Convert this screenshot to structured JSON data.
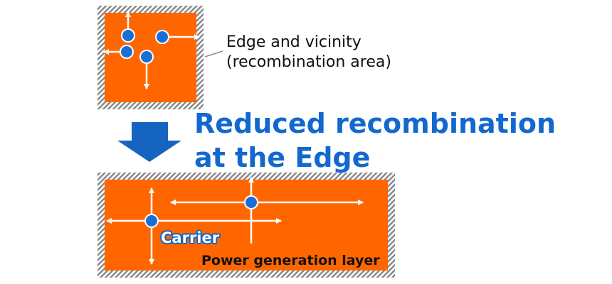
{
  "callout": {
    "line1": "Edge and vicinity",
    "line2": "(recombination area)"
  },
  "headline": {
    "line1": "Reduced recombination",
    "line2": "at the Edge"
  },
  "labels": {
    "carrier": "Carrier",
    "layer": "Power generation layer"
  },
  "colors": {
    "layer_fill": "#ff6600",
    "edge_hatch": "#8a8a8a",
    "carrier_fill": "#1a6fd6",
    "carrier_stroke": "#ffffff",
    "arrow": "#ffffff",
    "headline_text": "#1368cf",
    "down_arrow": "#1565c0"
  }
}
